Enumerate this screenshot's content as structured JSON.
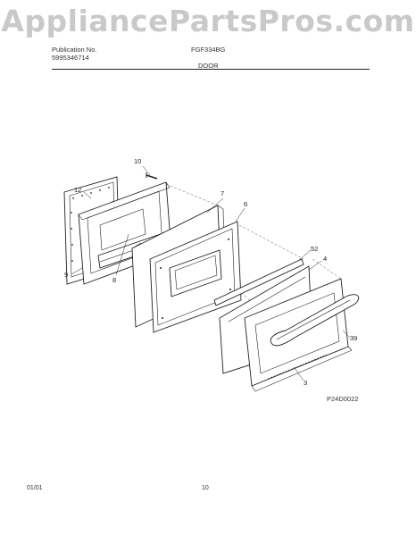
{
  "watermark": "AppliancePartsPros.com",
  "header": {
    "publication_label": "Publication No.",
    "publication_number": "5995346714",
    "model": "FGF334BG",
    "section_title": "DOOR"
  },
  "callouts": [
    "10",
    "12",
    "7",
    "6",
    "9",
    "8",
    "52",
    "4",
    "39",
    "3"
  ],
  "figure_code": "P24D0022",
  "footer": {
    "date": "01/01",
    "page": "10"
  }
}
